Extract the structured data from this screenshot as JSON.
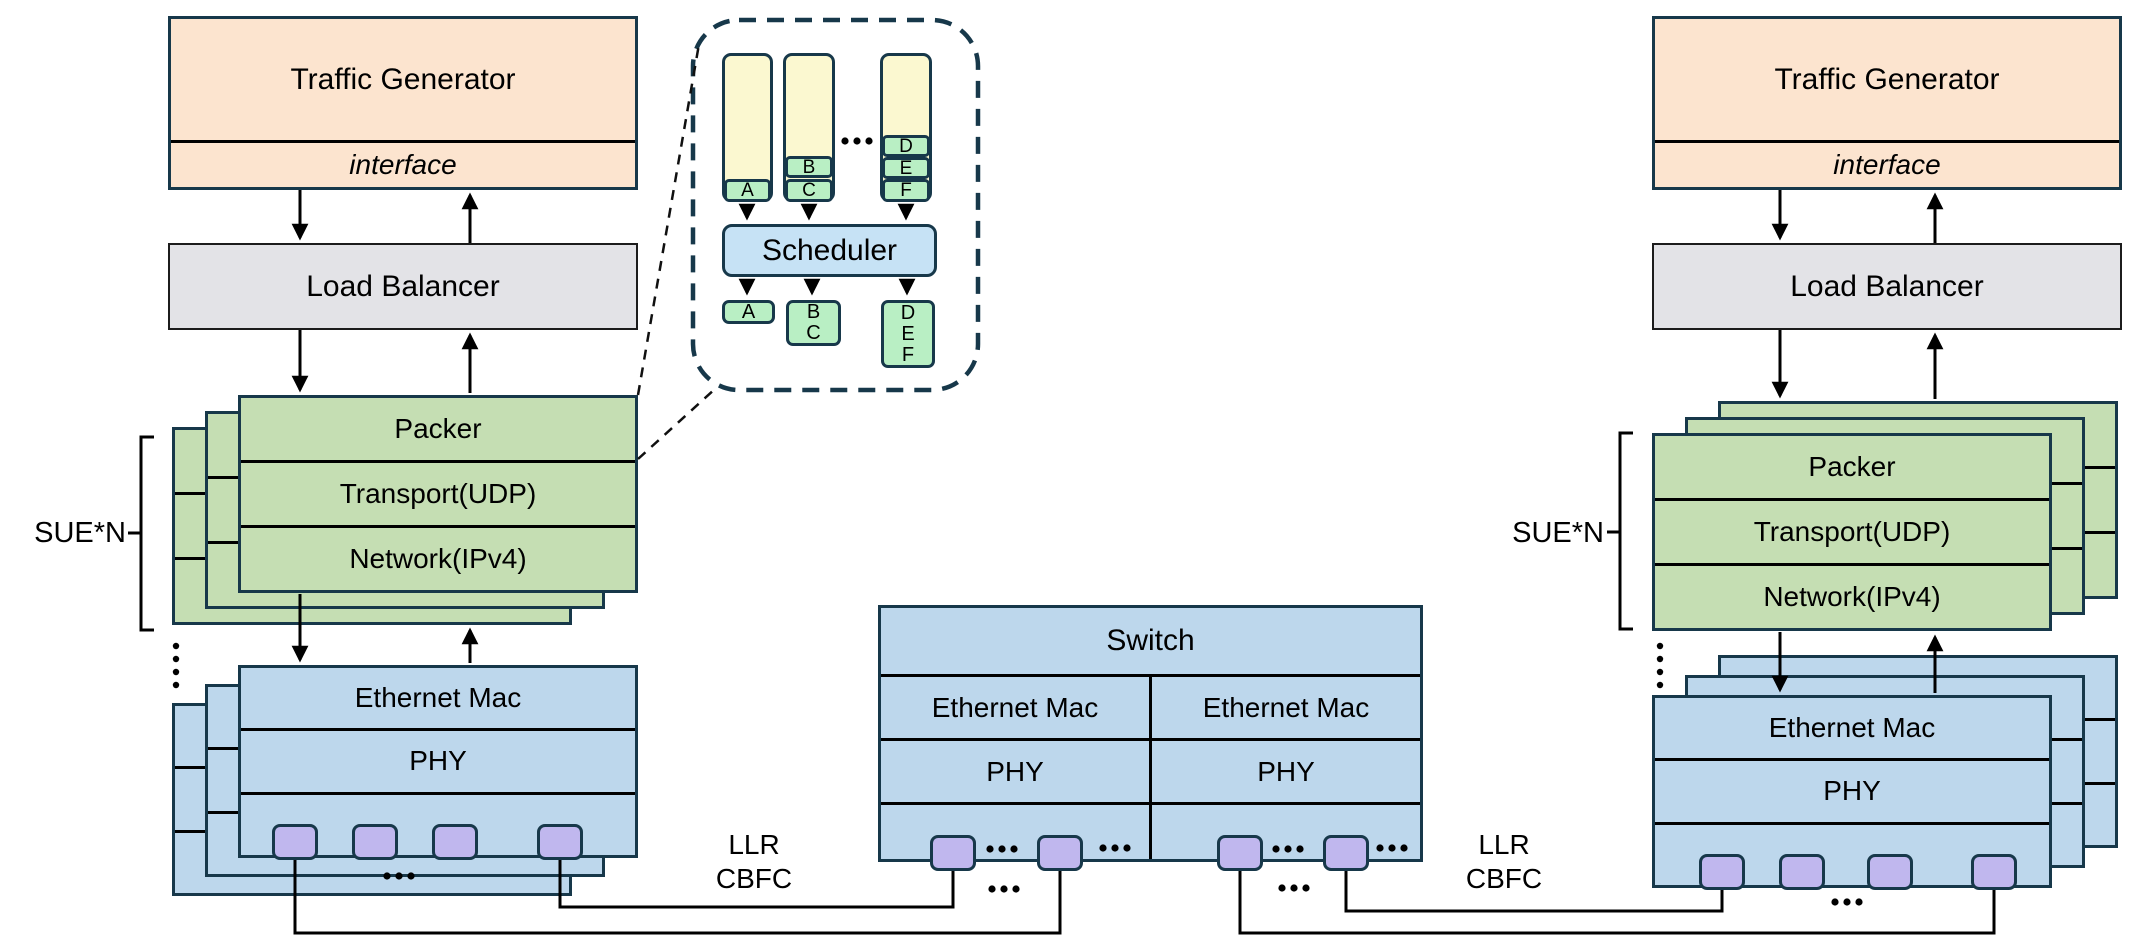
{
  "figure": {
    "description": "Simulation architecture: two hosts connected through a switch, with a scheduler inset"
  },
  "colors": {
    "box_border": "#17384a",
    "peach_fill": "#fce4cf",
    "gray_fill": "#e3e3e7",
    "green_fill": "#c5deb3",
    "blue_fill": "#bdd7ec",
    "yellow_fill": "#fbf8d0",
    "cell_green_fill": "#b9efc4",
    "scheduler_fill": "#c6e2f5",
    "port_fill": "#c0b7ee",
    "line_color": "#000000"
  },
  "left_host": {
    "traffic_generator": "Traffic Generator",
    "interface": "interface",
    "load_balancer": "Load Balancer",
    "scale_label": "SUE*N",
    "stack_layers": [
      "Packer",
      "Transport(UDP)",
      "Network(IPv4)"
    ],
    "nic_layers": [
      "Ethernet Mac",
      "PHY"
    ]
  },
  "right_host": {
    "traffic_generator": "Traffic Generator",
    "interface": "interface",
    "load_balancer": "Load Balancer",
    "scale_label": "SUE*N",
    "stack_layers": [
      "Packer",
      "Transport(UDP)",
      "Network(IPv4)"
    ],
    "nic_layers": [
      "Ethernet Mac",
      "PHY"
    ]
  },
  "switch": {
    "title": "Switch",
    "columns": [
      {
        "mac": "Ethernet Mac",
        "phy": "PHY"
      },
      {
        "mac": "Ethernet Mac",
        "phy": "PHY"
      }
    ]
  },
  "inset": {
    "queues": [
      {
        "cells": [
          "A"
        ]
      },
      {
        "cells": [
          "B",
          "C"
        ]
      },
      {
        "cells": [
          "D",
          "E",
          "F"
        ]
      }
    ],
    "scheduler": "Scheduler",
    "outputs": [
      {
        "cells": [
          "A"
        ]
      },
      {
        "cells": [
          "B",
          "C"
        ]
      },
      {
        "cells": [
          "D",
          "E",
          "F"
        ]
      }
    ]
  },
  "links": {
    "left": {
      "line1": "LLR",
      "line2": "CBFC"
    },
    "right": {
      "line1": "LLR",
      "line2": "CBFC"
    }
  },
  "decorations": {
    "horizontal_ellipsis": "...",
    "vertical_ellipsis": "...."
  }
}
